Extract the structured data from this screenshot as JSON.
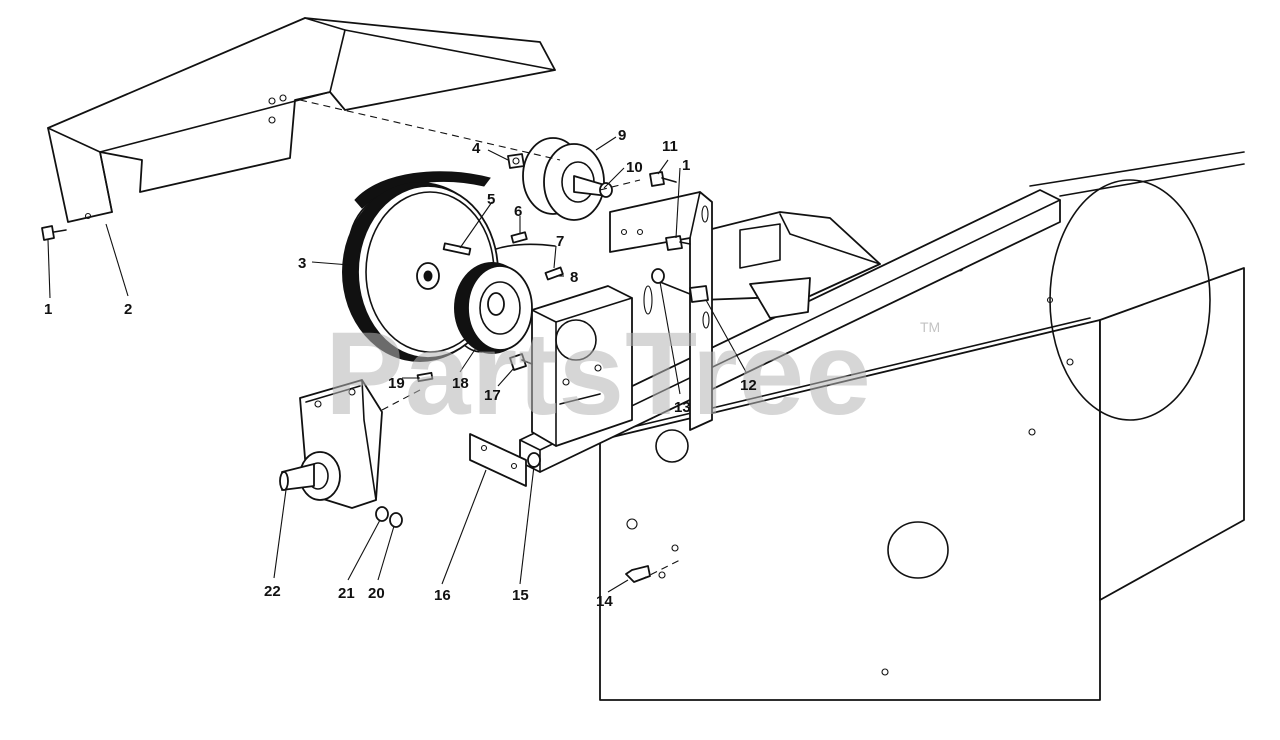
{
  "watermark": {
    "text": "PartsTree",
    "trademark": "TM"
  },
  "callouts": [
    {
      "id": "c1a",
      "label": "1"
    },
    {
      "id": "c2",
      "label": "2"
    },
    {
      "id": "c3",
      "label": "3"
    },
    {
      "id": "c4",
      "label": "4"
    },
    {
      "id": "c5",
      "label": "5"
    },
    {
      "id": "c6",
      "label": "6"
    },
    {
      "id": "c7",
      "label": "7"
    },
    {
      "id": "c8",
      "label": "8"
    },
    {
      "id": "c9",
      "label": "9"
    },
    {
      "id": "c10",
      "label": "10"
    },
    {
      "id": "c11",
      "label": "11"
    },
    {
      "id": "c1b",
      "label": "1"
    },
    {
      "id": "c12",
      "label": "12"
    },
    {
      "id": "c13",
      "label": "13"
    },
    {
      "id": "c14",
      "label": "14"
    },
    {
      "id": "c15",
      "label": "15"
    },
    {
      "id": "c16",
      "label": "16"
    },
    {
      "id": "c17",
      "label": "17"
    },
    {
      "id": "c18",
      "label": "18"
    },
    {
      "id": "c19",
      "label": "19"
    },
    {
      "id": "c20",
      "label": "20"
    },
    {
      "id": "c21",
      "label": "21"
    },
    {
      "id": "c22",
      "label": "22"
    }
  ]
}
